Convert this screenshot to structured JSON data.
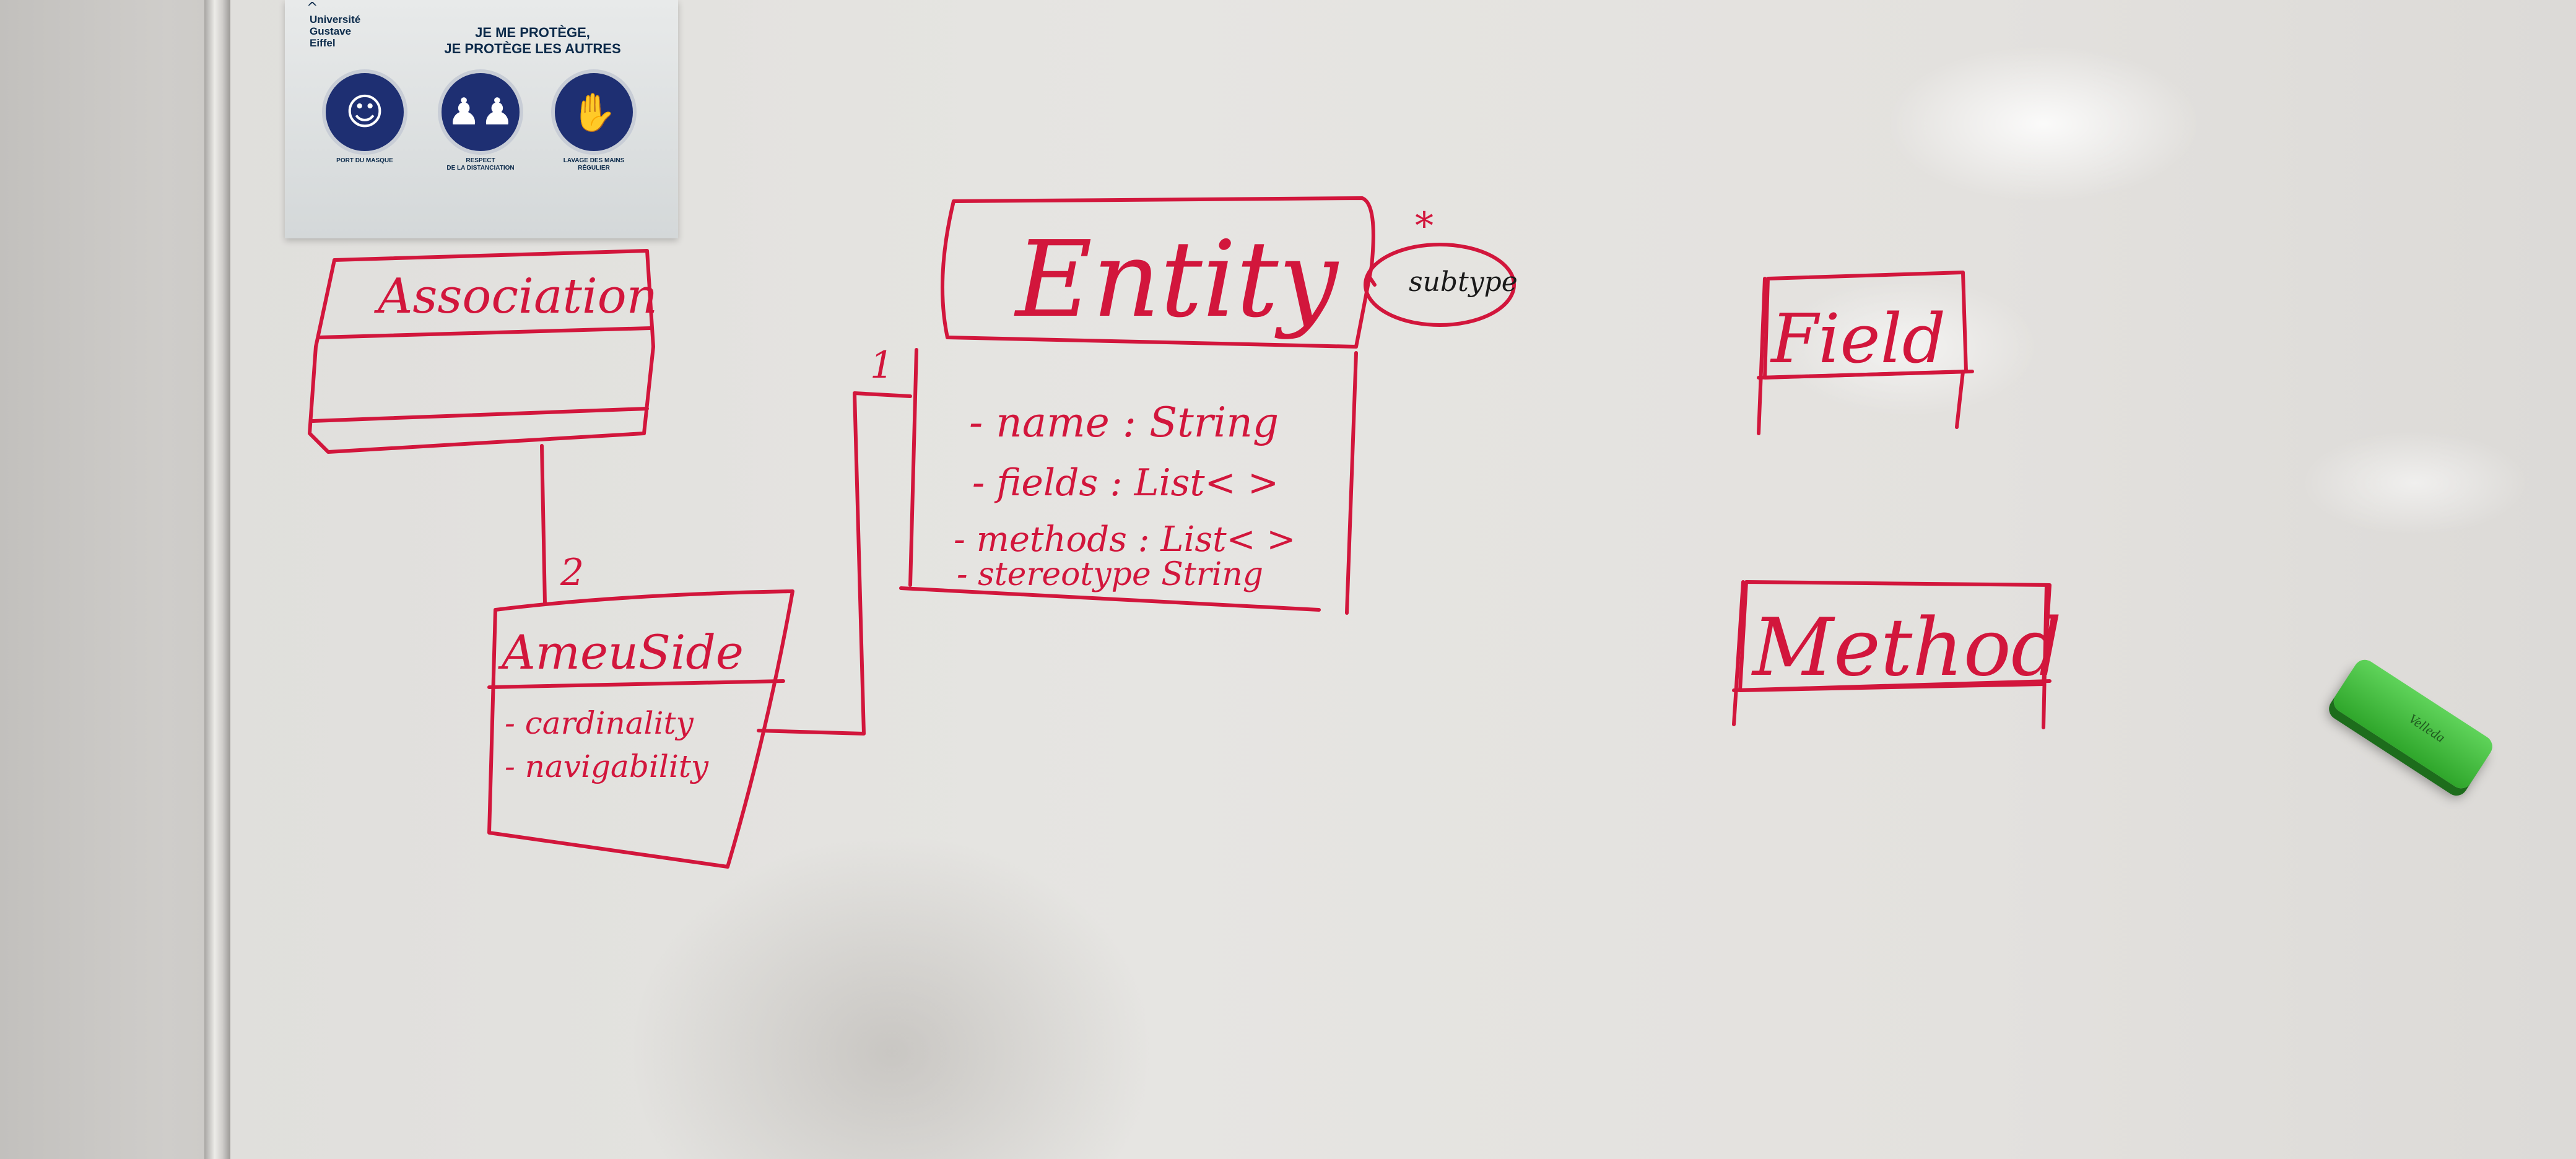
{
  "poster": {
    "logo_mark": "^",
    "university": "Université\nGustave\nEiffel",
    "headline": "JE ME PROTÈGE,\nJE PROTÈGE LES AUTRES",
    "pictograms": [
      {
        "icon": "mask-icon",
        "label": "PORT DU MASQUE"
      },
      {
        "icon": "distancing-icon",
        "label": "RESPECT\nDE LA DISTANCIATION"
      },
      {
        "icon": "handwash-icon",
        "label": "LAVAGE DES MAINS\nRÉGULIER"
      }
    ]
  },
  "whiteboard": {
    "ink_color": "#d2163c",
    "boxes": {
      "association": {
        "title": "Association"
      },
      "assoc_side": {
        "title": "AmeuSide",
        "attributes": [
          "- cardinality",
          "- navigability"
        ],
        "multiplicity": "2"
      },
      "entity": {
        "title": "Entity",
        "multiplicity": "1",
        "attributes": [
          "- name : String",
          "- fields : List< >",
          "- methods : List< >",
          "- stereotype String"
        ],
        "annotation": "subtype",
        "annotation_mark": "*"
      },
      "field": {
        "title": "Field"
      },
      "method": {
        "title": "Method"
      }
    }
  },
  "eraser": {
    "brand": "Velleda",
    "color": "#38b234"
  }
}
